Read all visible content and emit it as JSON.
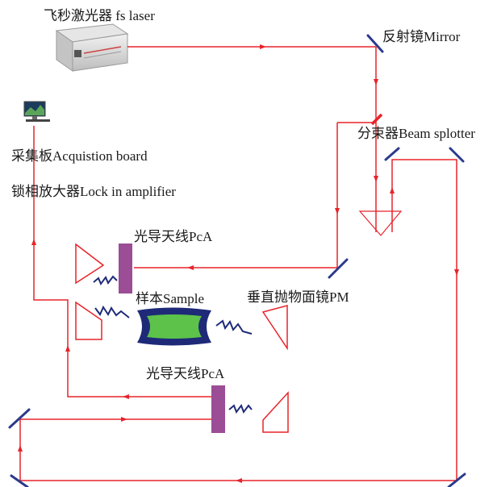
{
  "labels": {
    "laser": "飞秒激光器 fs laser",
    "mirror": "反射镜Mirror",
    "beam_splitter": "分束器Beam splotter",
    "acquisition": "采集板Acquistion board",
    "lock_in": "锁相放大器Lock in amplifier",
    "pca_top": "光导天线PcA",
    "sample": "样本Sample",
    "pm": "垂直抛物面镜PM",
    "pca_bottom": "光导天线PcA"
  },
  "colors": {
    "beam": "#e8232a",
    "mirror": "#2b3a8c",
    "antenna": "#9b4d96",
    "sample_fill": "#5cc24a",
    "sample_border": "#1e2a78",
    "thz_wave": "#1e2a78"
  },
  "icons": {
    "laser": "laser-device-icon",
    "computer": "computer-monitor-icon"
  }
}
